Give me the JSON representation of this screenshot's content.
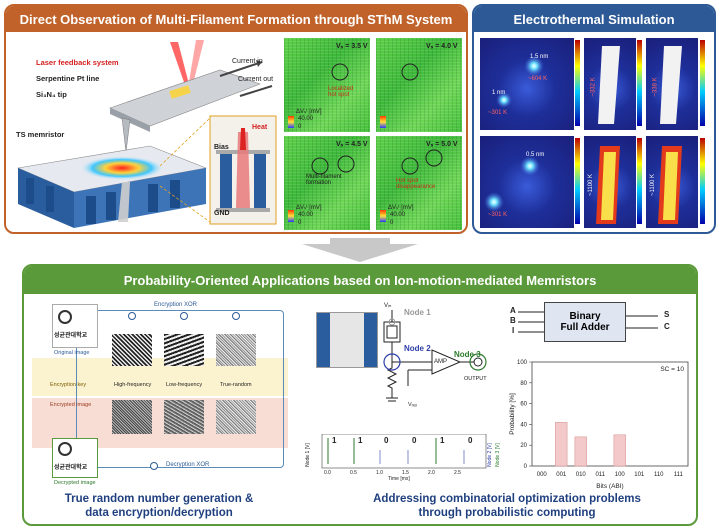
{
  "top_left": {
    "title": "Direct Observation of Multi-Filament Formation through SThM System",
    "laser": "Laser feedback system",
    "serpentine": "Serpentine Pt line",
    "tip": "Si₃N₄ tip",
    "current_in": "Current in",
    "current_out": "Current out",
    "memristor": "TS memristor",
    "heat": "Heat",
    "bias": "Bias",
    "gnd": "GND",
    "maps": [
      {
        "voltage": "Vₛ = 3.5 V",
        "note": "Localized\nhot spot",
        "unit": "ΔVₛᵗ [mV]",
        "max": "40.00",
        "min": "0"
      },
      {
        "voltage": "Vₛ = 4.0 V",
        "note": "",
        "unit": "",
        "max": "",
        "min": ""
      },
      {
        "voltage": "Vₛ = 4.5 V",
        "note": "Multi-filament\nformation",
        "unit": "ΔVₛᵗ [mV]",
        "max": "40.00",
        "min": "0"
      },
      {
        "voltage": "Vₛ = 5.0 V",
        "note": "Hot spot\ndisappearance",
        "unit": "ΔVₛᵗ [mV]",
        "max": "40.00",
        "min": "0"
      }
    ]
  },
  "top_right": {
    "title": "Electrothermal Simulation",
    "labels": [
      "1.5 nm",
      "~604 K",
      "1 nm",
      "~301 K",
      "~332 K",
      "~338 K",
      "0.5 nm",
      "~1100 K",
      "~1100 K",
      "~301 K"
    ]
  },
  "bottom": {
    "title": "Probability-Oriented Applications based on Ion-motion-mediated Memristors",
    "crypto": {
      "logo_text": "성균관대학교",
      "original": "Original image",
      "encryption_xor": "Encryption XOR",
      "key": "Encryption key",
      "high": "High-frequency",
      "low": "Low-frequency",
      "trng": "True-random",
      "encrypted": "Encrypted image",
      "decryption_xor": "Decryption XOR",
      "decrypted": "Decrypted image"
    },
    "caption_left": "True random number generation &\ndata encryption/decryption",
    "circuit": {
      "vin": "Vᵢₙ",
      "node1": "Node 1",
      "node2": "Node 2",
      "node3": "Node 3",
      "amp": "AMP",
      "output": "OUTPUT",
      "vref": "Vᵣₑₒ",
      "bits": [
        "1",
        "1",
        "0",
        "0",
        "1",
        "0"
      ],
      "ylabel_left": "Node 1 [V]",
      "ylabel_right1": "Node 2 [V]",
      "ylabel_right2": "Node 3 [V]",
      "xlabel": "Time [ms]",
      "xticks": [
        "0.0",
        "0.5",
        "1.0",
        "1.5",
        "2.0",
        "2.5"
      ]
    },
    "adder": {
      "title1": "Binary",
      "title2": "Full Adder",
      "inputs": [
        "A",
        "B",
        "I"
      ],
      "outputs": [
        "S",
        "C"
      ]
    },
    "caption_right": "Addressing combinatorial optimization problems\nthrough probabilistic computing"
  },
  "chart_data": {
    "type": "bar",
    "categories": [
      "000",
      "001",
      "010",
      "011",
      "100",
      "101",
      "110",
      "111"
    ],
    "values": [
      0,
      42,
      28,
      0,
      30,
      0,
      0,
      0
    ],
    "xlabel": "Bits (ABI)",
    "ylabel": "Probability [%]",
    "ylim": [
      0,
      100
    ],
    "yticks": [
      "0",
      "20",
      "40",
      "60",
      "80",
      "100"
    ],
    "annotation": "SC = 10",
    "bar_color": "#f4c9c9"
  }
}
